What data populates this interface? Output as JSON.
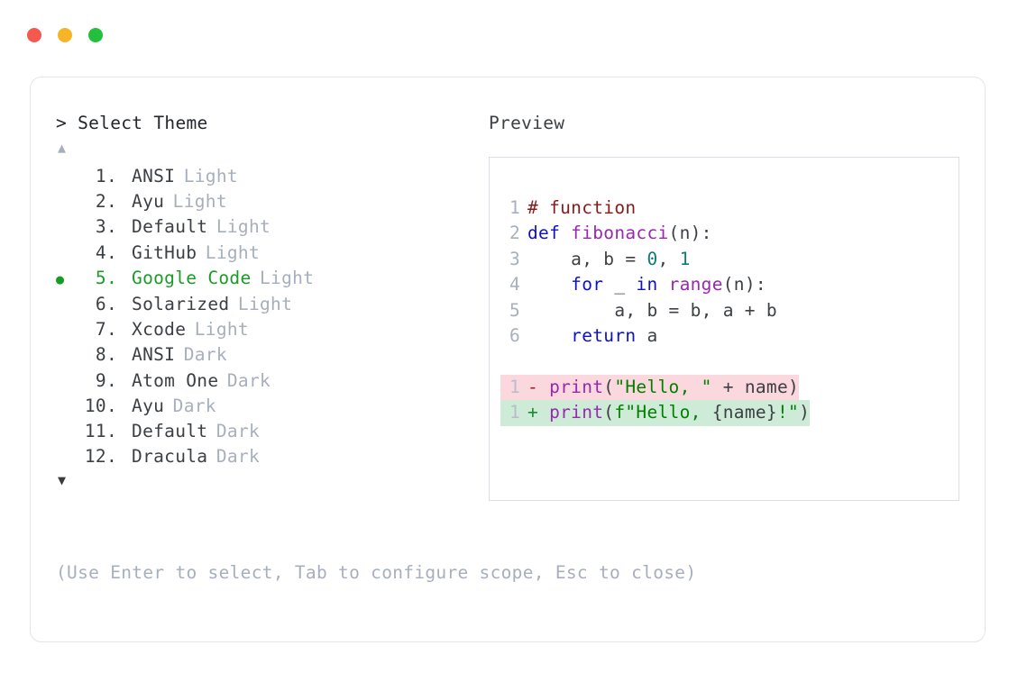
{
  "window": {
    "dots": [
      {
        "name": "close-dot",
        "color": "#f4584f"
      },
      {
        "name": "minimize-dot",
        "color": "#f5b526"
      },
      {
        "name": "maximize-dot",
        "color": "#22c03c"
      }
    ]
  },
  "chooser": {
    "prompt_caret": ">",
    "prompt_title": "Select Theme",
    "scroll_up_icon": "▲",
    "scroll_down_icon": "▼",
    "selected_bullet": "●",
    "selected_index": 5,
    "items": [
      {
        "number": "1.",
        "name": "ANSI",
        "variant": "Light",
        "selected": false
      },
      {
        "number": "2.",
        "name": "Ayu",
        "variant": "Light",
        "selected": false
      },
      {
        "number": "3.",
        "name": "Default",
        "variant": "Light",
        "selected": false
      },
      {
        "number": "4.",
        "name": "GitHub",
        "variant": "Light",
        "selected": false
      },
      {
        "number": "5.",
        "name": "Google Code",
        "variant": "Light",
        "selected": true
      },
      {
        "number": "6.",
        "name": "Solarized",
        "variant": "Light",
        "selected": false
      },
      {
        "number": "7.",
        "name": "Xcode",
        "variant": "Light",
        "selected": false
      },
      {
        "number": "8.",
        "name": "ANSI",
        "variant": "Dark",
        "selected": false
      },
      {
        "number": "9.",
        "name": "Atom One",
        "variant": "Dark",
        "selected": false
      },
      {
        "number": "10.",
        "name": "Ayu",
        "variant": "Dark",
        "selected": false
      },
      {
        "number": "11.",
        "name": "Default",
        "variant": "Dark",
        "selected": false
      },
      {
        "number": "12.",
        "name": "Dracula",
        "variant": "Dark",
        "selected": false
      }
    ]
  },
  "hint": "(Use Enter to select, Tab to configure scope, Esc to close)",
  "preview": {
    "label": "Preview",
    "lines": [
      {
        "num": "1",
        "kind": "code",
        "tokens": [
          {
            "t": "# function",
            "c": "t-comment"
          }
        ]
      },
      {
        "num": "2",
        "kind": "code",
        "tokens": [
          {
            "t": "def ",
            "c": "t-kw"
          },
          {
            "t": "fibonacci",
            "c": "t-fn"
          },
          {
            "t": "(n):",
            "c": "t-punc"
          }
        ]
      },
      {
        "num": "3",
        "kind": "code",
        "tokens": [
          {
            "t": "    a, b = ",
            "c": "t-plain"
          },
          {
            "t": "0",
            "c": "t-num"
          },
          {
            "t": ", ",
            "c": "t-plain"
          },
          {
            "t": "1",
            "c": "t-num"
          }
        ]
      },
      {
        "num": "4",
        "kind": "code",
        "tokens": [
          {
            "t": "    ",
            "c": "t-plain"
          },
          {
            "t": "for",
            "c": "t-kw"
          },
          {
            "t": " _ ",
            "c": "t-plain"
          },
          {
            "t": "in",
            "c": "t-kw"
          },
          {
            "t": " ",
            "c": "t-plain"
          },
          {
            "t": "range",
            "c": "t-fn"
          },
          {
            "t": "(n):",
            "c": "t-punc"
          }
        ]
      },
      {
        "num": "5",
        "kind": "code",
        "tokens": [
          {
            "t": "        a, b = b, a + b",
            "c": "t-plain"
          }
        ]
      },
      {
        "num": "6",
        "kind": "code",
        "tokens": [
          {
            "t": "    ",
            "c": "t-plain"
          },
          {
            "t": "return",
            "c": "t-kw"
          },
          {
            "t": " a",
            "c": "t-plain"
          }
        ]
      },
      {
        "num": "",
        "kind": "blank",
        "tokens": []
      },
      {
        "num": "1",
        "kind": "del",
        "sign": "-",
        "tokens": [
          {
            "t": "print",
            "c": "t-fn"
          },
          {
            "t": "(",
            "c": "t-punc"
          },
          {
            "t": "\"Hello, \"",
            "c": "t-str"
          },
          {
            "t": " + name)",
            "c": "t-plain"
          }
        ]
      },
      {
        "num": "1",
        "kind": "add",
        "sign": "+",
        "tokens": [
          {
            "t": "print",
            "c": "t-fn"
          },
          {
            "t": "(",
            "c": "t-punc"
          },
          {
            "t": "f\"Hello, ",
            "c": "t-str"
          },
          {
            "t": "{name}",
            "c": "t-plain"
          },
          {
            "t": "!\"",
            "c": "t-str"
          },
          {
            "t": ")",
            "c": "t-punc"
          }
        ]
      }
    ]
  }
}
